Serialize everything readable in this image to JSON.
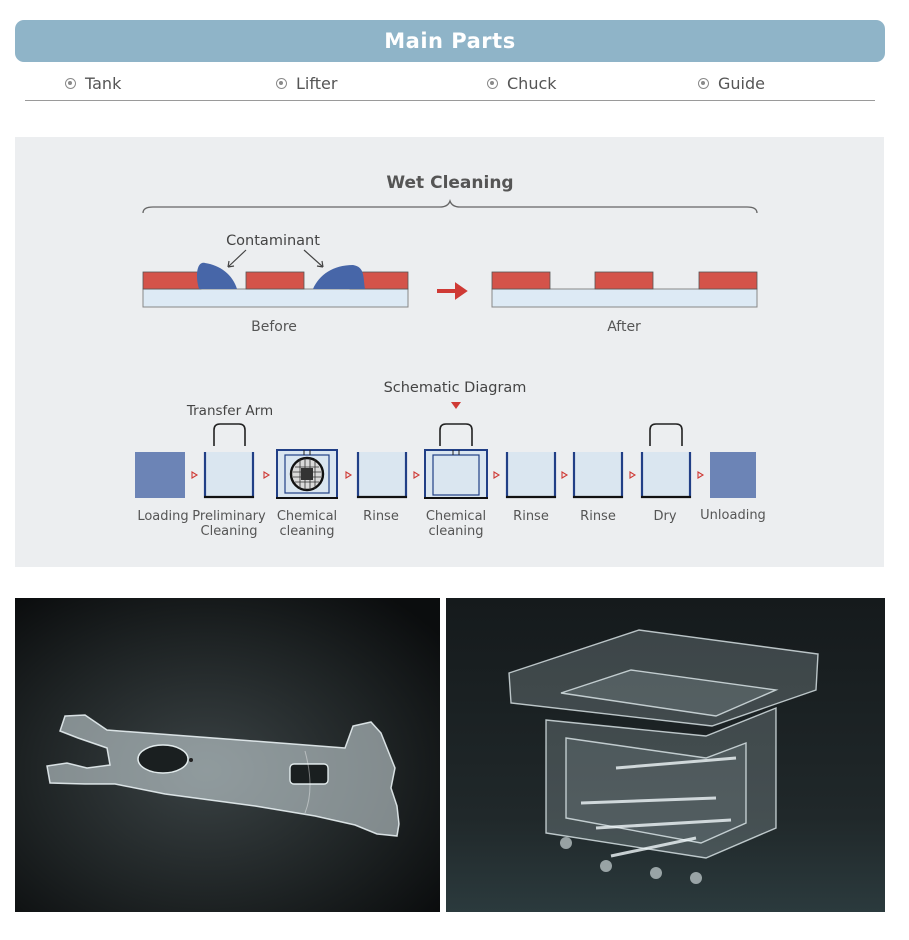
{
  "header": {
    "title": "Main Parts"
  },
  "tabs": [
    {
      "label": "Tank"
    },
    {
      "label": "Lifter"
    },
    {
      "label": "Chuck"
    },
    {
      "label": "Guide"
    }
  ],
  "diagram": {
    "title": "Wet Cleaning",
    "contaminant_label": "Contaminant",
    "before_label": "Before",
    "after_label": "After",
    "schematic_label": "Schematic Diagram",
    "transfer_arm_label": "Transfer Arm",
    "steps": [
      {
        "line1": "Loading",
        "line2": ""
      },
      {
        "line1": "Preliminary",
        "line2": "Cleaning"
      },
      {
        "line1": "Chemical",
        "line2": "cleaning"
      },
      {
        "line1": "Rinse",
        "line2": ""
      },
      {
        "line1": "Chemical",
        "line2": "cleaning"
      },
      {
        "line1": "Rinse",
        "line2": ""
      },
      {
        "line1": "Rinse",
        "line2": ""
      },
      {
        "line1": "Dry",
        "line2": ""
      },
      {
        "line1": "Unloading",
        "line2": ""
      }
    ],
    "colors": {
      "film": "#d4534a",
      "contaminant": "#4766a8",
      "substrate": "#ddeaf5",
      "tank": "#dae6f0",
      "tank_edge": "#213f86",
      "block": "#6c84b6",
      "arrow": "#cf3a35"
    }
  },
  "photos": [
    {
      "name": "chuck-photo",
      "icon": "chuck-part-image"
    },
    {
      "name": "lifter-photo",
      "icon": "lifter-part-image"
    }
  ]
}
